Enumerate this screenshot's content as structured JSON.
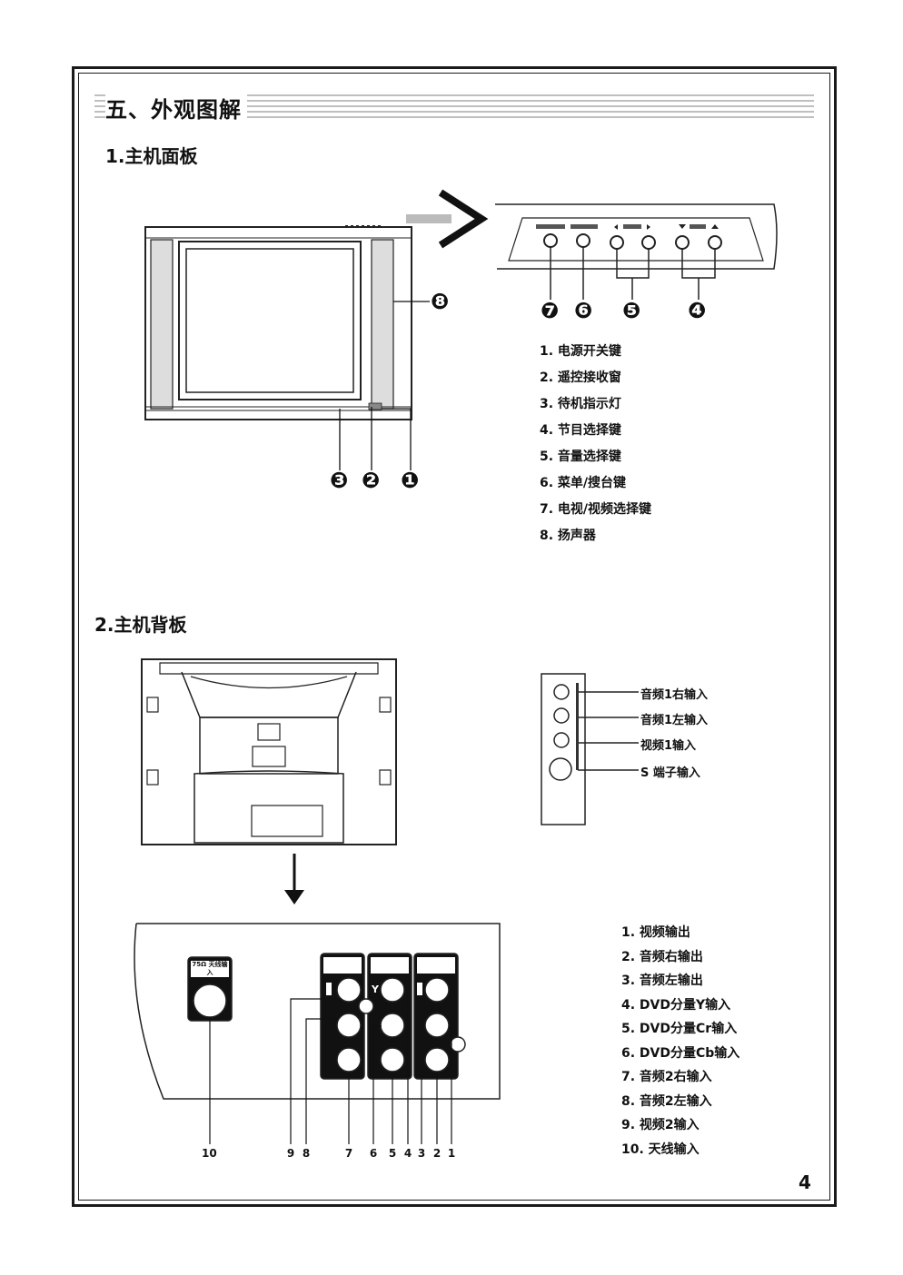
{
  "page": {
    "section_title": "五、外观图解",
    "page_number": "4"
  },
  "front_panel": {
    "subtitle": "1.主机面板",
    "callouts": [
      "❽",
      "❼",
      "❻",
      "❺",
      "❹",
      "❸",
      "❷",
      "❶"
    ],
    "items": [
      "1. 电源开关键",
      "2. 遥控接收窗",
      "3. 待机指示灯",
      "4. 节目选择键",
      "5. 音量选择键",
      "6. 菜单/搜台键",
      "7. 电视/视频选择键",
      "8. 扬声器"
    ]
  },
  "back_panel": {
    "subtitle": "2.主机背板",
    "side_jacks": [
      "音频1右输入",
      "音频1左输入",
      "视频1输入",
      "S 端子输入"
    ],
    "antenna_label": "75Ω 天线输入",
    "bottom_numbers": [
      "10",
      "9",
      "8",
      "7",
      "6",
      "5",
      "4",
      "3",
      "2",
      "1"
    ],
    "jack_letters": [
      "Y"
    ],
    "items": [
      "1. 视频输出",
      "2. 音频右输出",
      "3. 音频左输出",
      "4. DVD分量Y输入",
      "5. DVD分量Cr输入",
      "6. DVD分量Cb输入",
      "7. 音频2右输入",
      "8. 音频2左输入",
      "9. 视频2输入",
      "10. 天线输入"
    ]
  }
}
